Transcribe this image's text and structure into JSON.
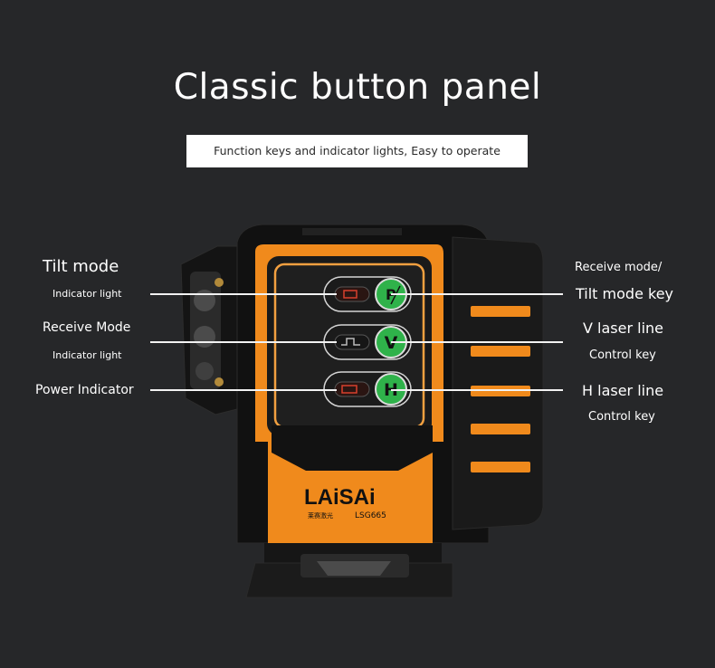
{
  "header": {
    "title": "Classic button panel",
    "subtitle": "Function keys and indicator lights, Easy to operate"
  },
  "left_labels": {
    "tilt_mode": "Tilt mode",
    "tilt_mode_sub": "Indicator light",
    "receive_mode": "Receive Mode",
    "receive_mode_sub": "Indicator light",
    "power_indicator": "Power Indicator"
  },
  "right_labels": {
    "receive_mode": "Receive mode/",
    "tilt_mode_key": "Tilt mode key",
    "v_laser_line": "V laser line",
    "v_control_key": "Control key",
    "h_laser_line": "H laser line",
    "h_control_key": "Control key"
  },
  "device": {
    "brand": "LAiSAi",
    "brand_chinese": "莱赛激光",
    "model": "LSG665",
    "buttons": {
      "p_key": "P",
      "v_key": "V",
      "h_key": "H"
    },
    "colors": {
      "orange": "#f08a1c",
      "green": "#2fb24a",
      "body": "#151515"
    }
  }
}
